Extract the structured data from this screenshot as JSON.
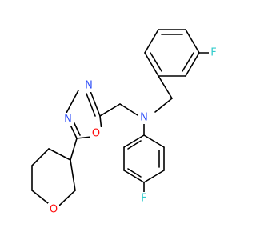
{
  "molecule": {
    "atoms": {
      "f_benzyl": {
        "symbol": "F",
        "color": "#33cccc"
      },
      "f_phenyl": {
        "symbol": "F",
        "color": "#33cccc"
      },
      "n_amine": {
        "symbol": "N",
        "color": "#3050f8"
      },
      "n_ring_1": {
        "symbol": "N",
        "color": "#3050f8"
      },
      "n_ring_2": {
        "symbol": "N",
        "color": "#3050f8"
      },
      "o_oxadiazole": {
        "symbol": "O",
        "color": "#ff0d0d"
      },
      "o_oxane": {
        "symbol": "O",
        "color": "#ff0d0d"
      }
    }
  }
}
